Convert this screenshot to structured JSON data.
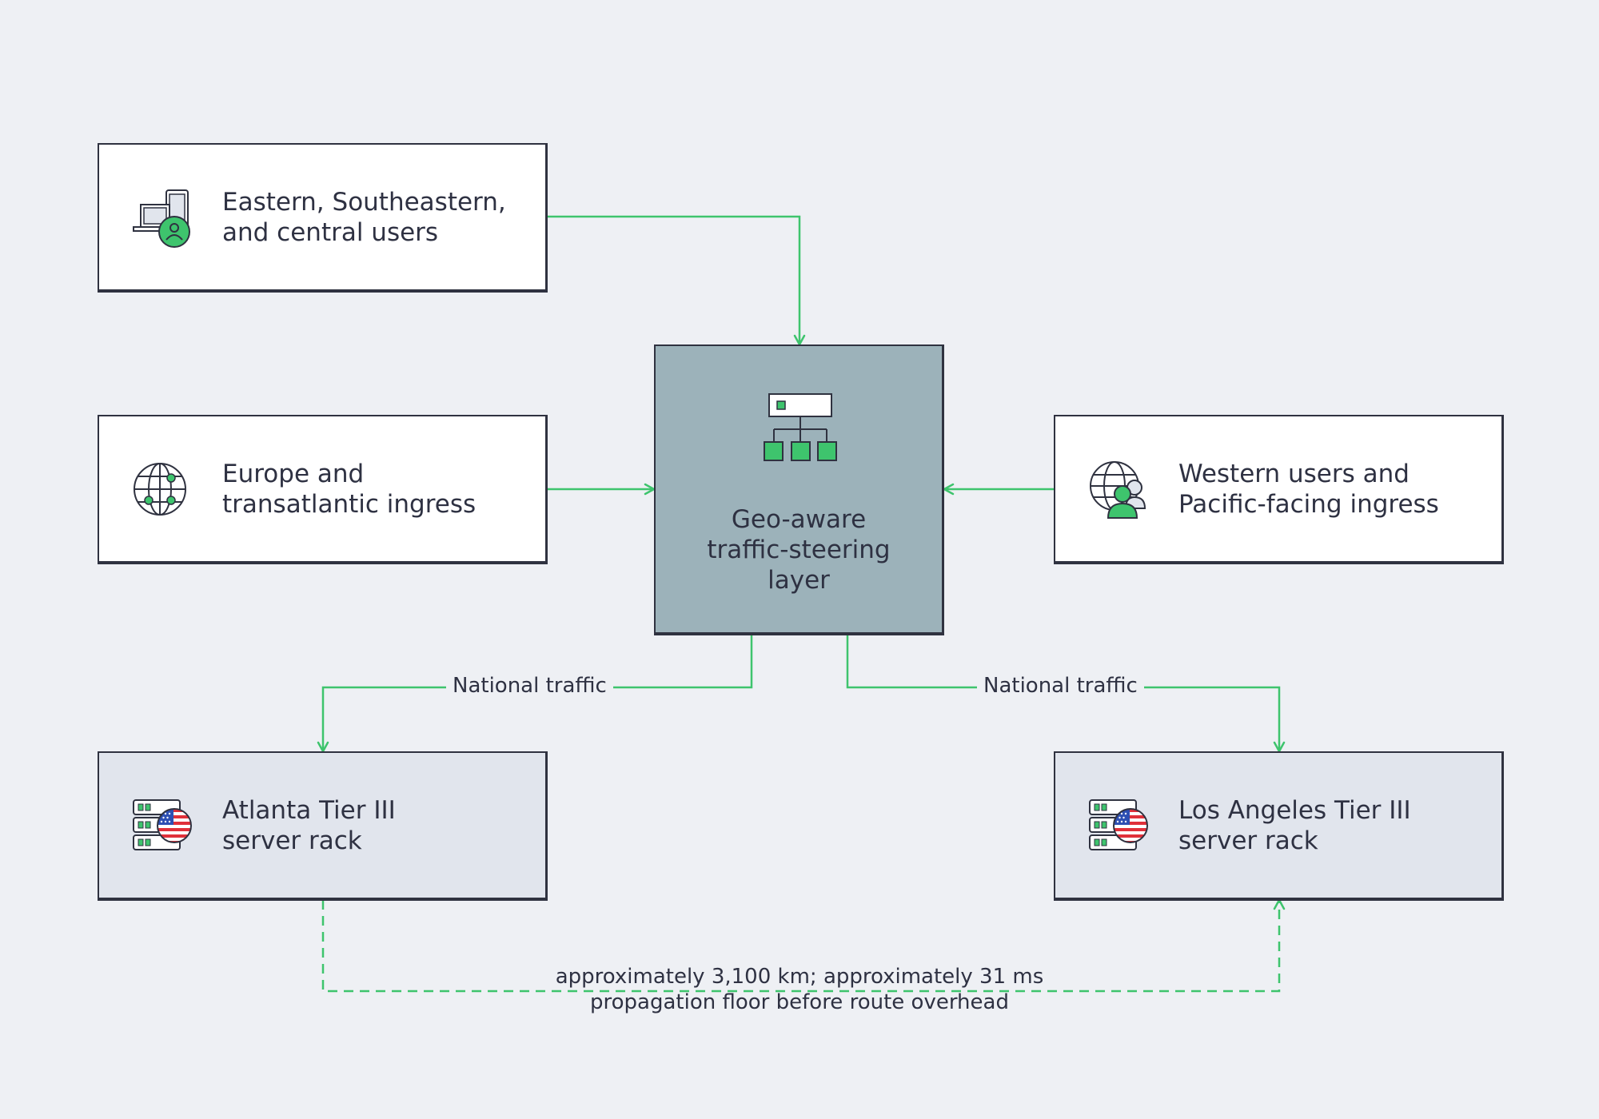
{
  "colors": {
    "background": "#eef0f4",
    "accent_green": "#3ec46d",
    "hub_fill": "#9cb2ba",
    "server_fill": "#e1e5ed",
    "border": "#2f3240"
  },
  "nodes": {
    "eastern_users": {
      "label": "Eastern, Southeastern,\nand central users",
      "icon": "devices-user-icon"
    },
    "europe_ingress": {
      "label": "Europe and\ntransatlantic ingress",
      "icon": "globe-network-icon"
    },
    "western_users": {
      "label": "Western users and\nPacific-facing ingress",
      "icon": "globe-users-icon"
    },
    "hub": {
      "label": "Geo-aware\ntraffic-steering\nlayer",
      "icon": "load-balancer-icon"
    },
    "atlanta": {
      "label": "Atlanta Tier III\nserver rack",
      "icon": "us-server-rack-icon"
    },
    "los_angeles": {
      "label": "Los Angeles Tier III\nserver rack",
      "icon": "us-server-rack-icon"
    }
  },
  "edges": {
    "to_atlanta": "National traffic",
    "to_los_angeles": "National traffic",
    "interlink_note": "approximately 3,100 km; approximately 31 ms\npropagation floor before route overhead"
  }
}
